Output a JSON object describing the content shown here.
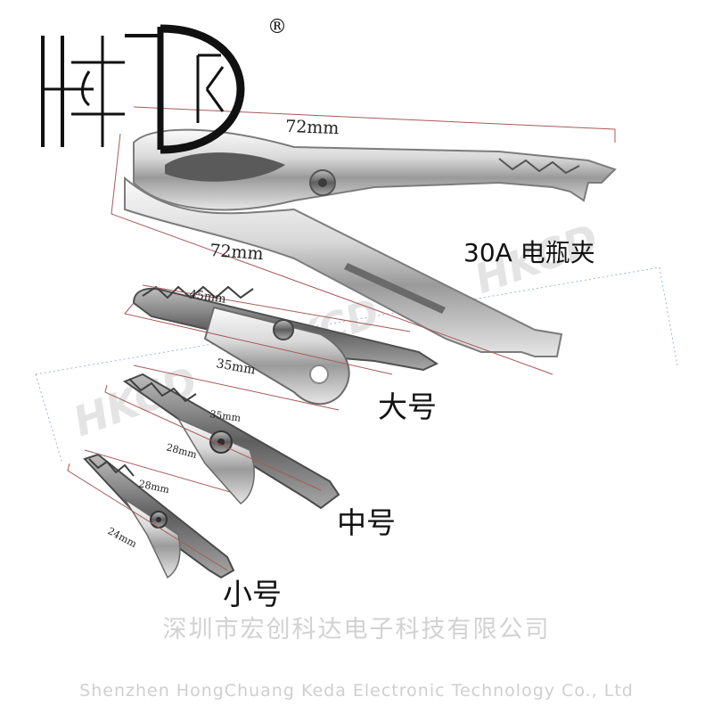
{
  "logo": {
    "text": "HKD",
    "registered_mark": "®"
  },
  "watermark": "HKCD",
  "clips": [
    {
      "id": "battery",
      "name": "30A 电瓶夹",
      "dims": [
        "72mm",
        "72mm"
      ]
    },
    {
      "id": "large",
      "name": "大号",
      "dims": [
        "45mm",
        "35mm"
      ]
    },
    {
      "id": "medium",
      "name": "中号",
      "dims": [
        "35mm",
        "28mm"
      ]
    },
    {
      "id": "small",
      "name": "小号",
      "dims": [
        "28mm",
        "24mm"
      ]
    }
  ],
  "company": {
    "cn": "深圳市宏创科达电子科技有限公司",
    "en": "Shenzhen HongChuang Keda Electronic Technology Co., Ltd"
  },
  "colors": {
    "metal_light": "#f4f4f4",
    "metal_dark": "#6e6e6e",
    "dim_line": "#b44a4a",
    "text": "#111111"
  }
}
